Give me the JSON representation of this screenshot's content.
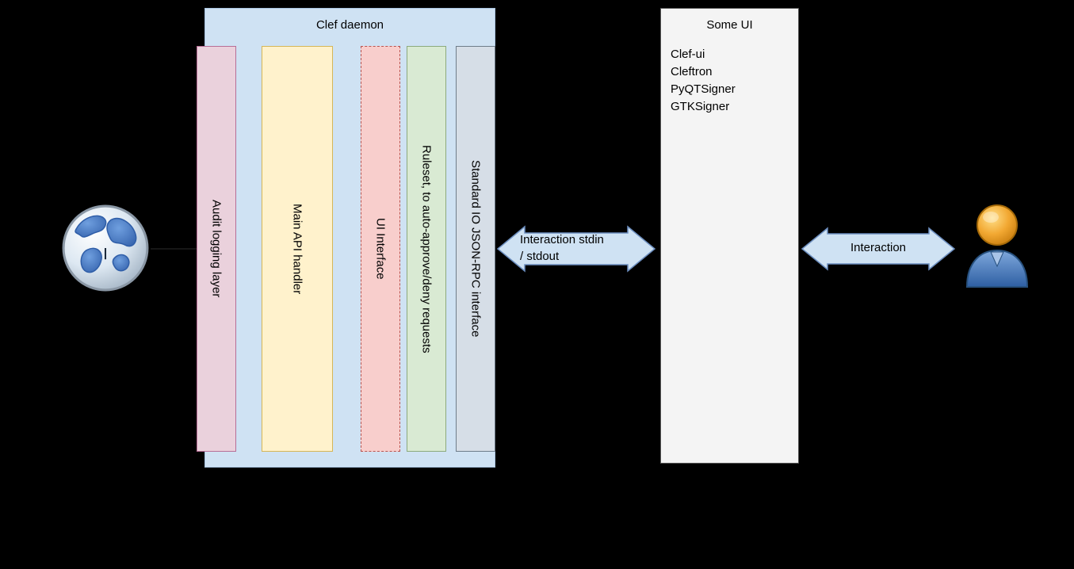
{
  "clef_daemon": {
    "title": "Clef daemon",
    "layers": [
      {
        "label": "Audit logging layer"
      },
      {
        "label": "Main API handler"
      },
      {
        "label": "UI Interface"
      },
      {
        "label": "Ruleset, to auto-approve/deny requests"
      },
      {
        "label": "Standard IO JSON-RPC interface"
      }
    ]
  },
  "some_ui": {
    "title": "Some UI",
    "items": [
      "Clef-ui",
      "Cleftron",
      "PyQTSigner",
      "GTKSigner"
    ]
  },
  "connections": {
    "daemon_to_ui_line1": "Interaction stdin",
    "daemon_to_ui_line2": "/ stdout",
    "ui_to_user": "Interaction"
  },
  "icons": {
    "left": "globe-icon",
    "right": "user-icon"
  },
  "colors": {
    "background": "#000000",
    "clef_container": "#cfe2f3",
    "audit_layer": "#ead1dc",
    "api_layer": "#fff2cc",
    "ui_layer": "#f8cecc",
    "ruleset_layer": "#d9ead3",
    "stdio_layer": "#d6dee7",
    "some_ui_box": "#f4f4f4",
    "arrow_fill": "#cfe2f3",
    "arrow_stroke": "#6c8ebf"
  }
}
